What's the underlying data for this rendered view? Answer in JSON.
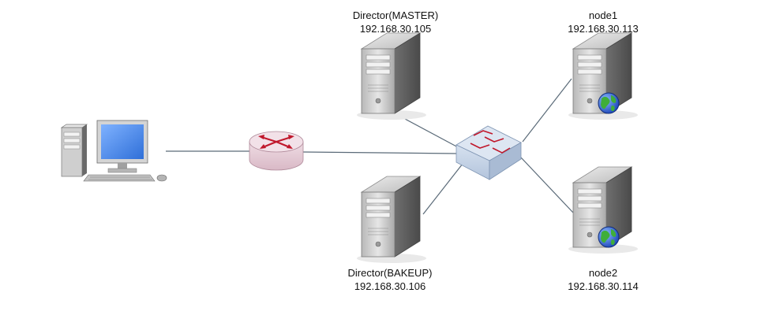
{
  "nodes": {
    "director_master": {
      "name": "Director(MASTER)",
      "ip": "192.168.30.105"
    },
    "director_backup": {
      "name": "Director(BAKEUP)",
      "ip": "192.168.30.106"
    },
    "node1": {
      "name": "node1",
      "ip": "192.168.30.113"
    },
    "node2": {
      "name": "node2",
      "ip": "192.168.30.114"
    }
  },
  "colors": {
    "link": "#5a6a78",
    "server_body": "#c9c9c9",
    "router_body": "#e8cfd9",
    "switch_body": "#cdd9ea",
    "arrow": "#c0182c",
    "globe": "#2a5bd7",
    "monitor_screen": "#3f7fe8"
  },
  "icons": {
    "client": "desktop-computer-icon",
    "router": "router-icon",
    "switch": "switch-icon",
    "server": "server-icon",
    "web_server": "web-server-icon"
  }
}
